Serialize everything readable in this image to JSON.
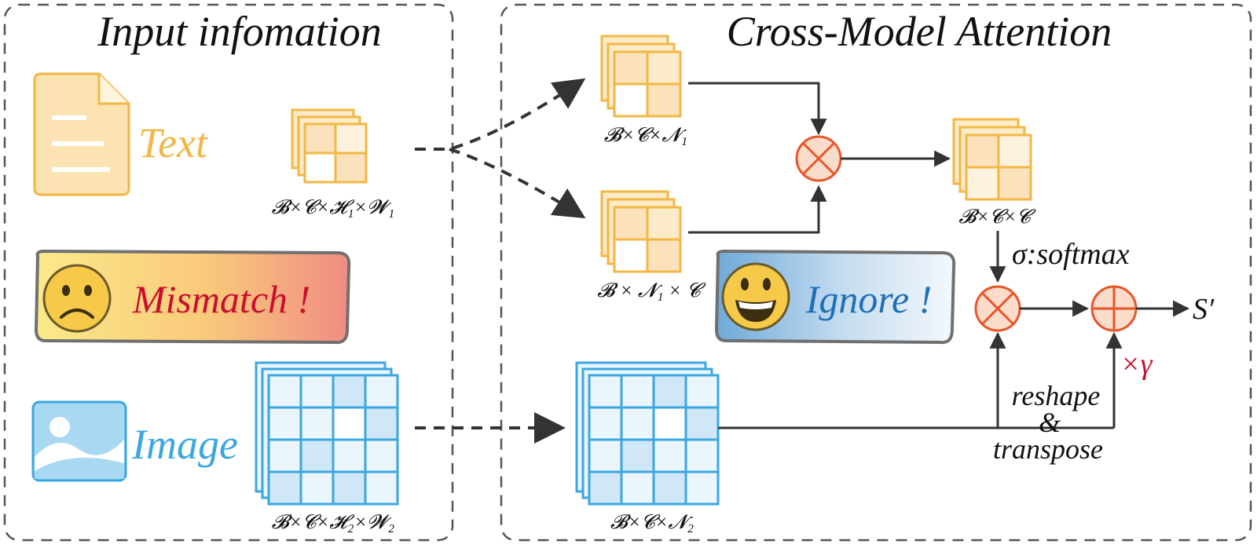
{
  "panels": {
    "input": {
      "title": "Input infomation"
    },
    "attention": {
      "title": "Cross-Model Attention"
    }
  },
  "modalities": {
    "text": {
      "label": "Text",
      "icon": "document-icon",
      "color": "#F2B744"
    },
    "image": {
      "label": "Image",
      "icon": "picture-icon",
      "color": "#3BA7DF"
    }
  },
  "banners": {
    "mismatch": {
      "text": "Mismatch !",
      "emoji": "sad-face-icon",
      "color": "#C8102E"
    },
    "ignore": {
      "text": "Ignore !",
      "emoji": "grinning-face-icon",
      "color": "#1E6FB8"
    }
  },
  "dims": {
    "text_input": "𝓑×𝓒×𝓗₁×𝓦₁",
    "image_input": "𝓑×𝓒×𝓗₂×𝓦₂",
    "query": "𝓑×𝓒×𝓝₁",
    "key": "𝓑 × 𝓝₁ × 𝓒",
    "attention_map": "𝓑×𝓒×𝓒",
    "value": "𝓑×𝓒×𝓝₂"
  },
  "ops": {
    "softmax": "σ:softmax",
    "output": "S′",
    "gamma": "×γ",
    "reshape_line1": "reshape",
    "reshape_line2": "&",
    "reshape_line3": "transpose"
  },
  "colors": {
    "text_stroke": "#F2B744",
    "text_fill": "#FCEBC9",
    "image_stroke": "#3BA7DF",
    "image_fill": "#EAF5FC",
    "image_fill_dark": "#CFE7F6",
    "operator_fill": "#FBDCCB",
    "operator_stroke": "#E8562A",
    "gamma_color": "#C8102E",
    "line": "#333333"
  }
}
